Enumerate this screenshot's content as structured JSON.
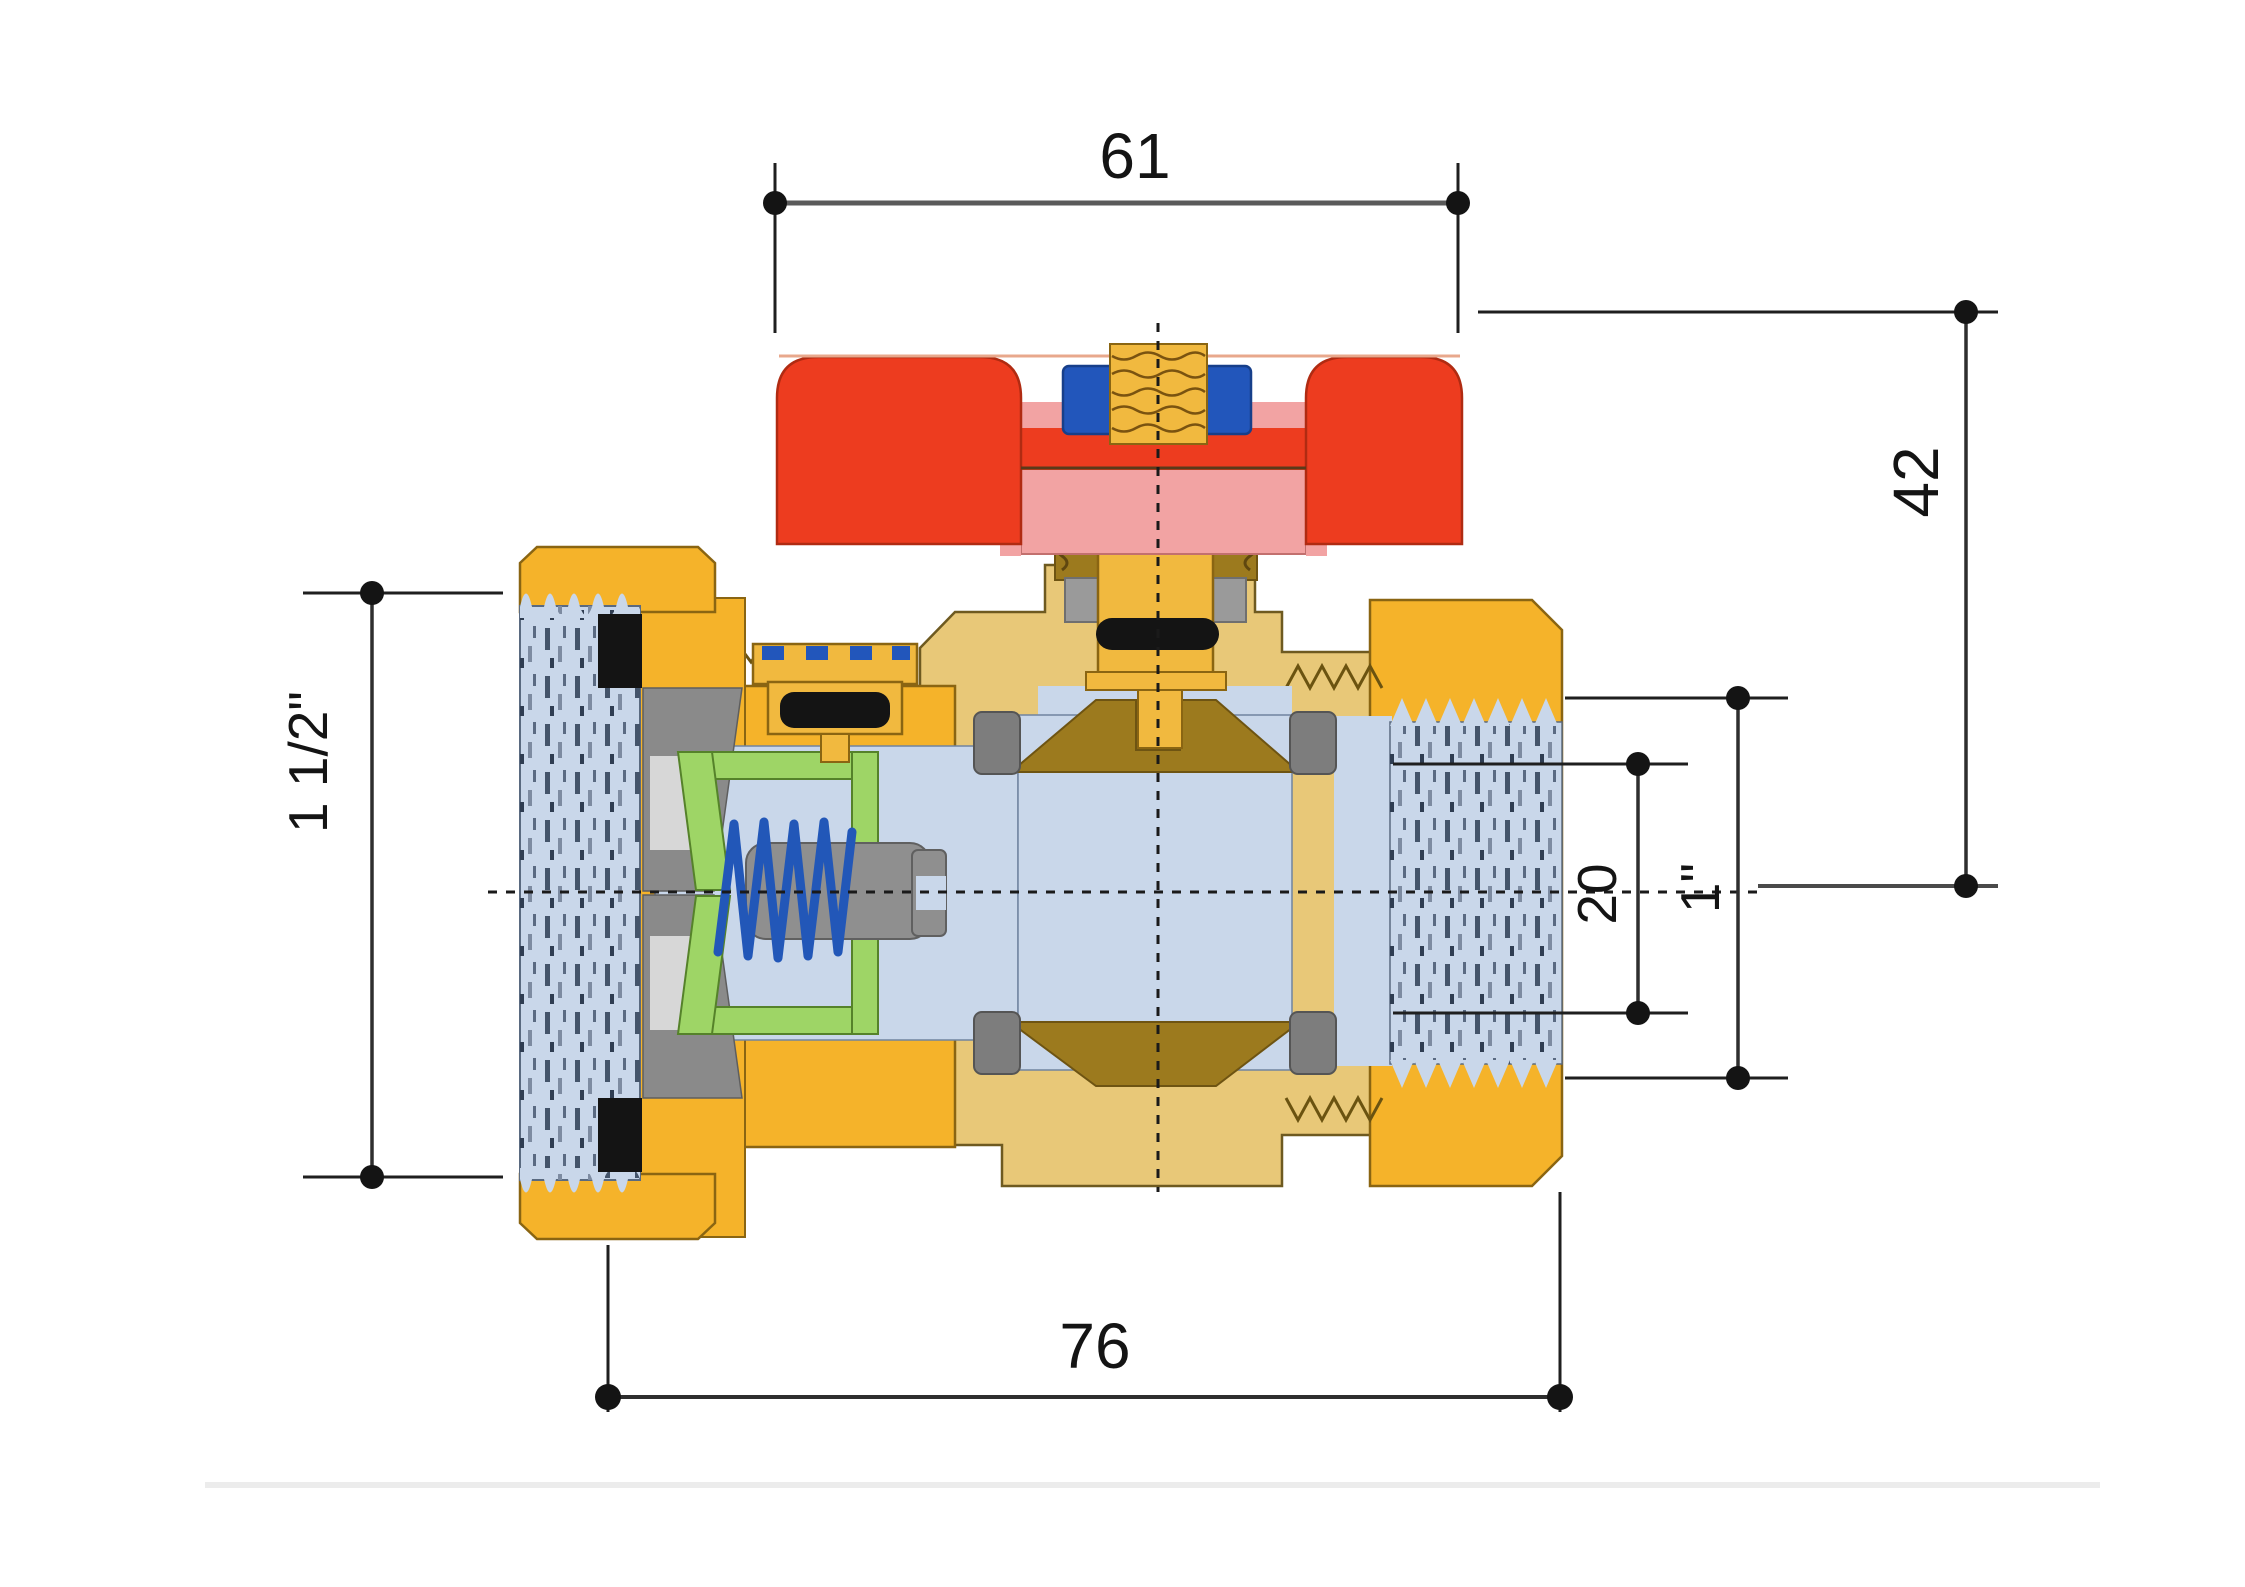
{
  "page": {
    "background_color": "#ffffff",
    "divider_color": "#ececec"
  },
  "drawing": {
    "type": "technical-cross-section",
    "subject": "angle ball valve with union nut, check valve cartridge and butterfly handle",
    "dimensions": {
      "top_width": "61",
      "right_height": "42",
      "left_thread": "1 1/2\"",
      "right_bore": "20",
      "right_thread": "1\"",
      "bottom_length": "76"
    },
    "colors": {
      "handle_red": "#ed3c1f",
      "handle_pink": "#f2a3a3",
      "nut_blue": "#2256bb",
      "spring_blue": "#2257b8",
      "brass_yellow": "#f5b32a",
      "stem_gold": "#f1b93f",
      "body_tan": "#e8c878",
      "dark_brass": "#9c7a1e",
      "bore_light_blue": "#c9d7ea",
      "seat_gray": "#7d7d7d",
      "cage_green": "#9ed566",
      "seal_black": "#141414",
      "dimension_line": "#2e2e2e"
    }
  }
}
